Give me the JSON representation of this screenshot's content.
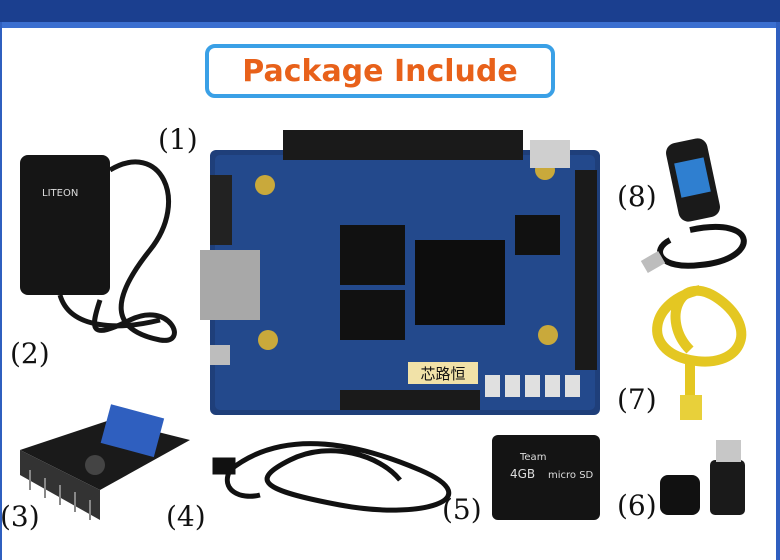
{
  "title": "Package Include",
  "labels": [
    "(1)",
    "(2)",
    "(3)",
    "(4)",
    "(5)",
    "(6)",
    "(7)",
    "(8)"
  ],
  "adapter_brand": "LITEON",
  "chip_text": "芯路恒",
  "sd_card": {
    "brand": "Team",
    "capacity": "4GB",
    "type": "micro SD"
  }
}
